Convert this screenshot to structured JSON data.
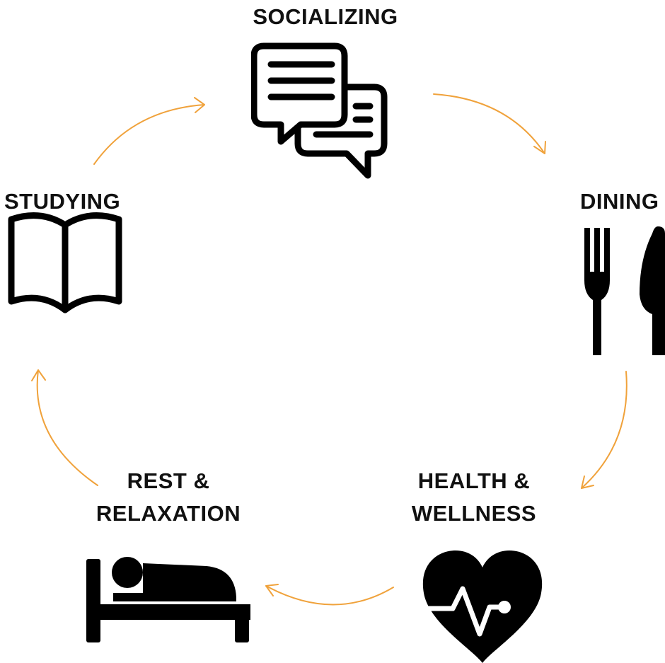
{
  "colors": {
    "arrow": "#f0a23b",
    "icon": "#000000",
    "text": "#111111"
  },
  "nodes": {
    "socializing": {
      "label": "SOCIALIZING",
      "icon": "speech-bubbles-icon"
    },
    "dining": {
      "label": "DINING",
      "icon": "fork-knife-icon"
    },
    "health": {
      "label_line1": "HEALTH &",
      "label_line2": "WELLNESS",
      "icon": "heart-pulse-icon"
    },
    "rest": {
      "label_line1": "REST &",
      "label_line2": "RELAXATION",
      "icon": "bed-icon"
    },
    "studying": {
      "label": "STUDYING",
      "icon": "open-book-icon"
    }
  },
  "cycle": [
    "socializing",
    "dining",
    "health",
    "rest",
    "studying"
  ]
}
